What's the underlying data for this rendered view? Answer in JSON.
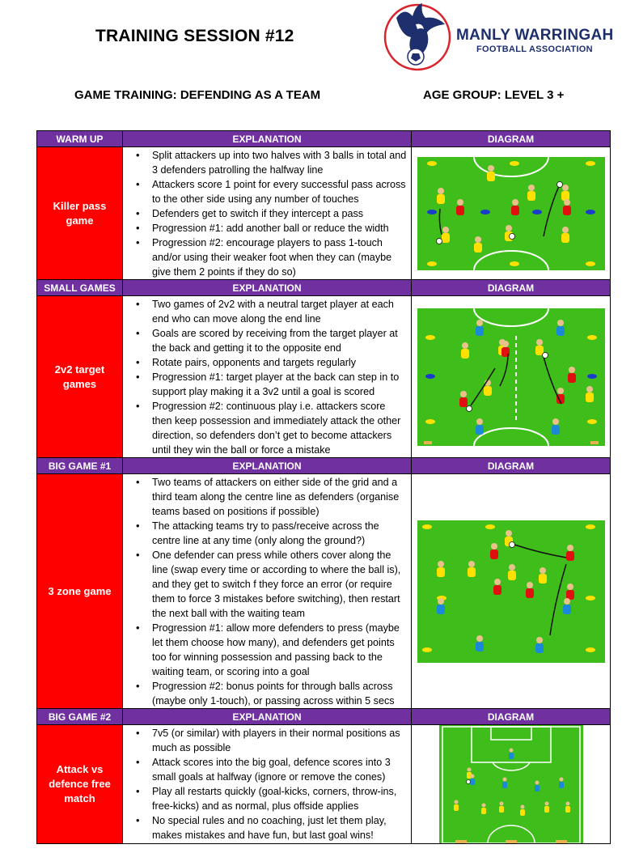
{
  "title": "TRAINING SESSION #12",
  "logo": {
    "name": "MANLY WARRINGAH",
    "sub": "FOOTBALL ASSOCIATION"
  },
  "subtitle": "GAME TRAINING: DEFENDING AS A TEAM",
  "age_group": "AGE GROUP: LEVEL 3 +",
  "colors": {
    "header": "#7030a0",
    "activity": "#ff0000",
    "pitch": "#3fbd1a",
    "brand": "#1e2f6e"
  },
  "sections": [
    {
      "header": "WARM UP",
      "explanation_header": "EXPLANATION",
      "diagram_header": "DIAGRAM",
      "activity": "Killer pass game",
      "bullets": [
        "Split attackers up into two halves with 3 balls in total and 3 defenders patrolling the halfway line",
        "Attackers score 1 point for every successful pass across to the other side using any number of touches",
        "Defenders get to switch if they intercept a pass",
        "Progression #1: add another ball or reduce the width",
        "Progression #2: encourage players to pass 1-touch and/or using their weaker foot when they can (maybe give them 2 points if they do so)"
      ]
    },
    {
      "header": "SMALL GAMES",
      "explanation_header": "EXPLANATION",
      "diagram_header": "DIAGRAM",
      "activity": "2v2 target games",
      "bullets": [
        "Two games of 2v2 with a neutral target player at each end who can move along the end line",
        "Goals are scored by receiving from the target player at the back and getting it to the opposite end",
        "Rotate pairs, opponents and targets regularly",
        "Progression #1: target player at the back can step in to support play making it a 3v2 until a goal is scored",
        "Progression #2: continuous play i.e. attackers score then keep possession and immediately attack the other direction, so defenders don’t get to become attackers until they win the ball or force a mistake"
      ]
    },
    {
      "header": "BIG GAME #1",
      "explanation_header": "EXPLANATION",
      "diagram_header": "DIAGRAM",
      "activity": "3 zone game",
      "bullets": [
        "Two teams of attackers on either side of the grid and a third team along the centre line as defenders (organise teams based on positions if possible)",
        "The attacking teams try to pass/receive across the centre line at any time (only along the ground?)",
        "One defender can press while others cover along the line (swap every time or according to where the ball is), and they get to switch f they force an error (or require them to force 3 mistakes before switching), then restart the next ball with the waiting team",
        "Progression #1: allow more defenders to press (maybe let them choose how many), and defenders get points too for winning possession and passing back to the waiting team, or scoring into a goal",
        "Progression #2: bonus points for through balls across (maybe only 1-touch), or passing across within 5 secs"
      ]
    },
    {
      "header": "BIG GAME #2",
      "explanation_header": "EXPLANATION",
      "diagram_header": "DIAGRAM",
      "activity": "Attack vs defence free match",
      "bullets": [
        "7v5 (or similar) with players in their normal positions as much as possible",
        "Attack scores into the big goal, defence scores into 3 small goals at halfway (ignore or remove the cones)",
        "Play all restarts quickly (goal-kicks, corners, throw-ins, free-kicks) and as normal, plus offside applies",
        "No special rules and no coaching, just let them play, makes mistakes and have fun, but last goal wins!"
      ]
    }
  ]
}
